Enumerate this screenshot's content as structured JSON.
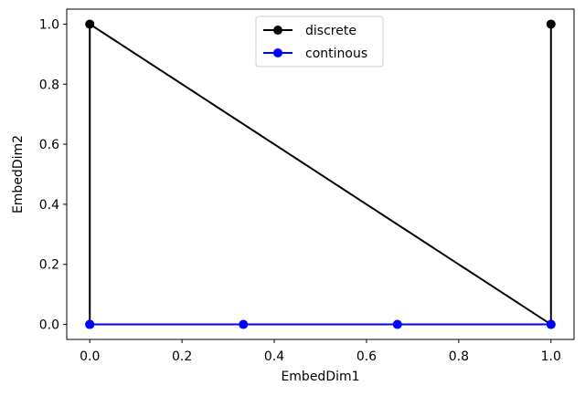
{
  "chart_data": {
    "type": "line",
    "title": "",
    "xlabel": "EmbedDim1",
    "ylabel": "EmbedDim2",
    "xlim": [
      -0.05,
      1.05
    ],
    "ylim": [
      -0.05,
      1.05
    ],
    "xticks": [
      0.0,
      0.2,
      0.4,
      0.6,
      0.8,
      1.0
    ],
    "xtick_labels": [
      "0.0",
      "0.2",
      "0.4",
      "0.6",
      "0.8",
      "1.0"
    ],
    "yticks": [
      0.0,
      0.2,
      0.4,
      0.6,
      0.8,
      1.0
    ],
    "ytick_labels": [
      "0.0",
      "0.2",
      "0.4",
      "0.6",
      "0.8",
      "1.0"
    ],
    "grid": false,
    "legend_position": "top-center",
    "series": [
      {
        "name": "discrete",
        "color": "#000000",
        "marker": "circle",
        "x": [
          0.0,
          0.0,
          1.0,
          1.0
        ],
        "y": [
          0.0,
          1.0,
          0.0,
          1.0
        ]
      },
      {
        "name": "continous",
        "color": "#0000ff",
        "marker": "circle",
        "x": [
          0.0,
          0.333,
          0.667,
          1.0
        ],
        "y": [
          0.0,
          0.0,
          0.0,
          0.0
        ]
      }
    ]
  }
}
